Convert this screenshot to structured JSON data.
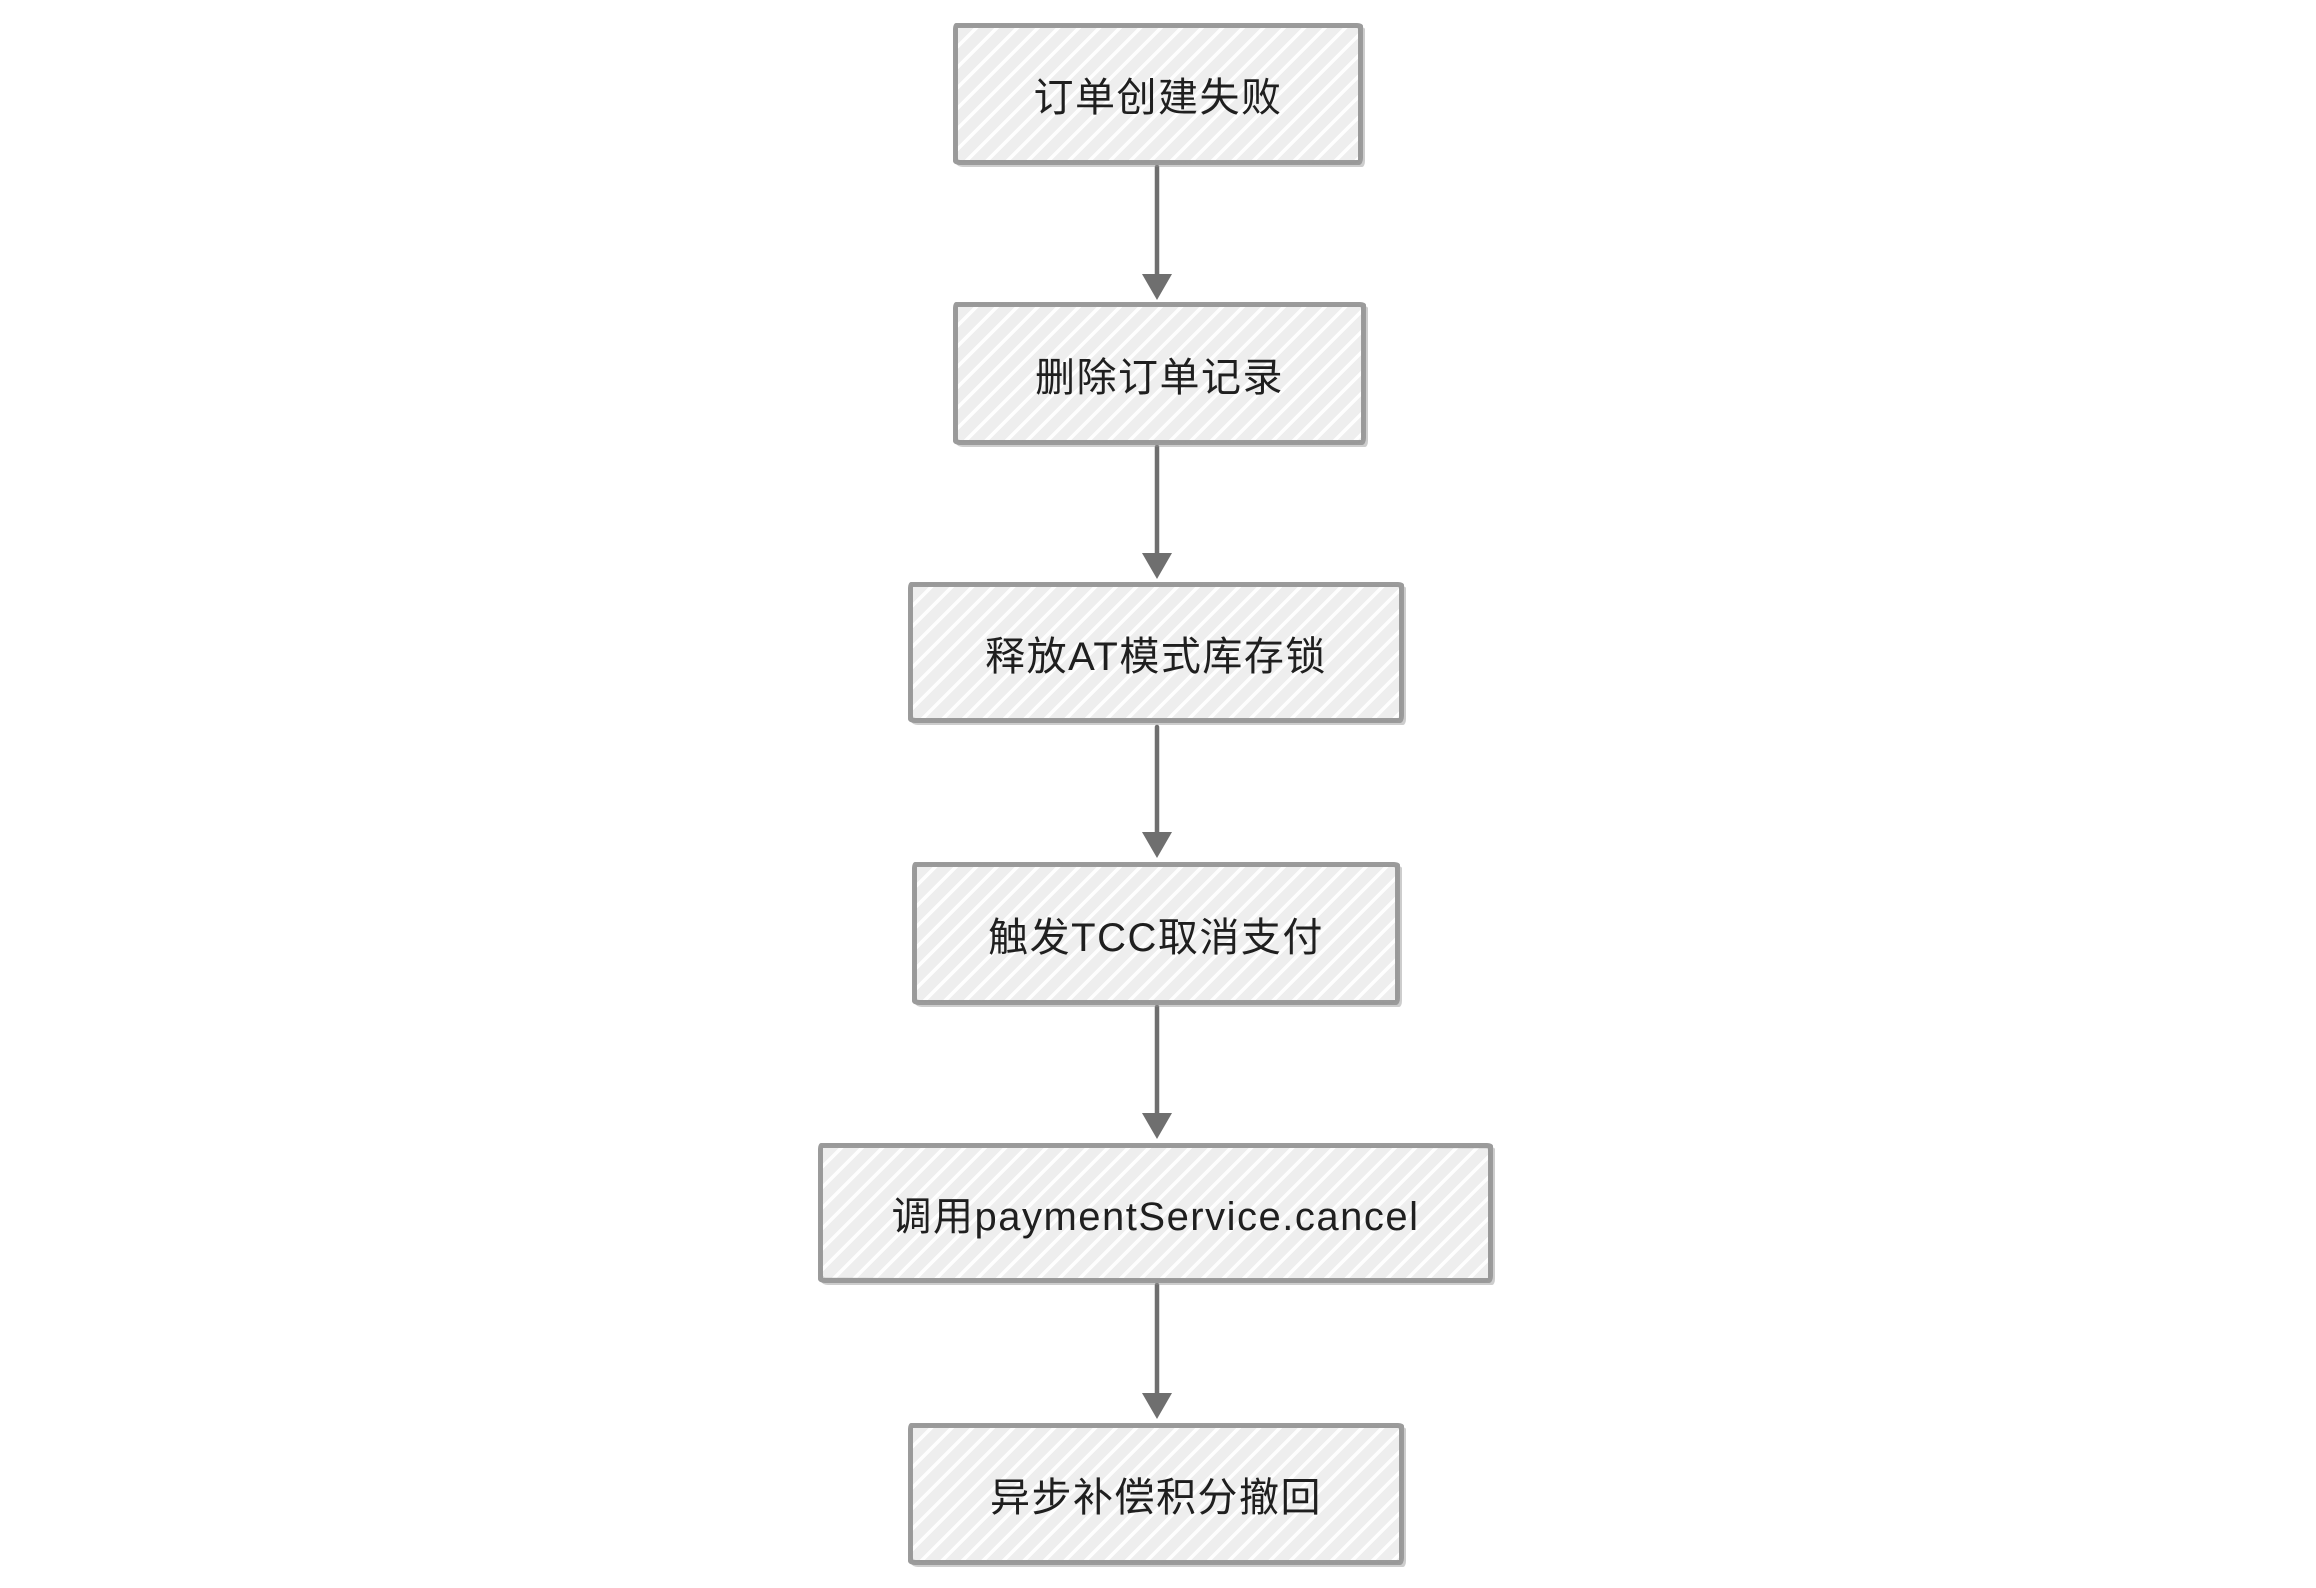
{
  "page": {
    "background": "#ffffff"
  },
  "colors": {
    "node_fill": "#eeeeee",
    "node_border": "#9b9b9b",
    "arrow": "#6f6f6f",
    "text": "#1f1f1f"
  },
  "diagram": {
    "type": "flowchart",
    "direction": "top-down",
    "style": "hand-drawn, hatched fill boxes, solid arrowheads",
    "nodes": [
      {
        "label": "订单创建失败"
      },
      {
        "label": "删除订单记录"
      },
      {
        "label": "释放AT模式库存锁"
      },
      {
        "label": "触发TCC取消支付"
      },
      {
        "label": "调用paymentService.cancel"
      },
      {
        "label": "异步补偿积分撤回"
      }
    ],
    "edges": [
      {
        "from": 0,
        "to": 1
      },
      {
        "from": 1,
        "to": 2
      },
      {
        "from": 2,
        "to": 3
      },
      {
        "from": 3,
        "to": 4
      },
      {
        "from": 4,
        "to": 5
      }
    ]
  }
}
